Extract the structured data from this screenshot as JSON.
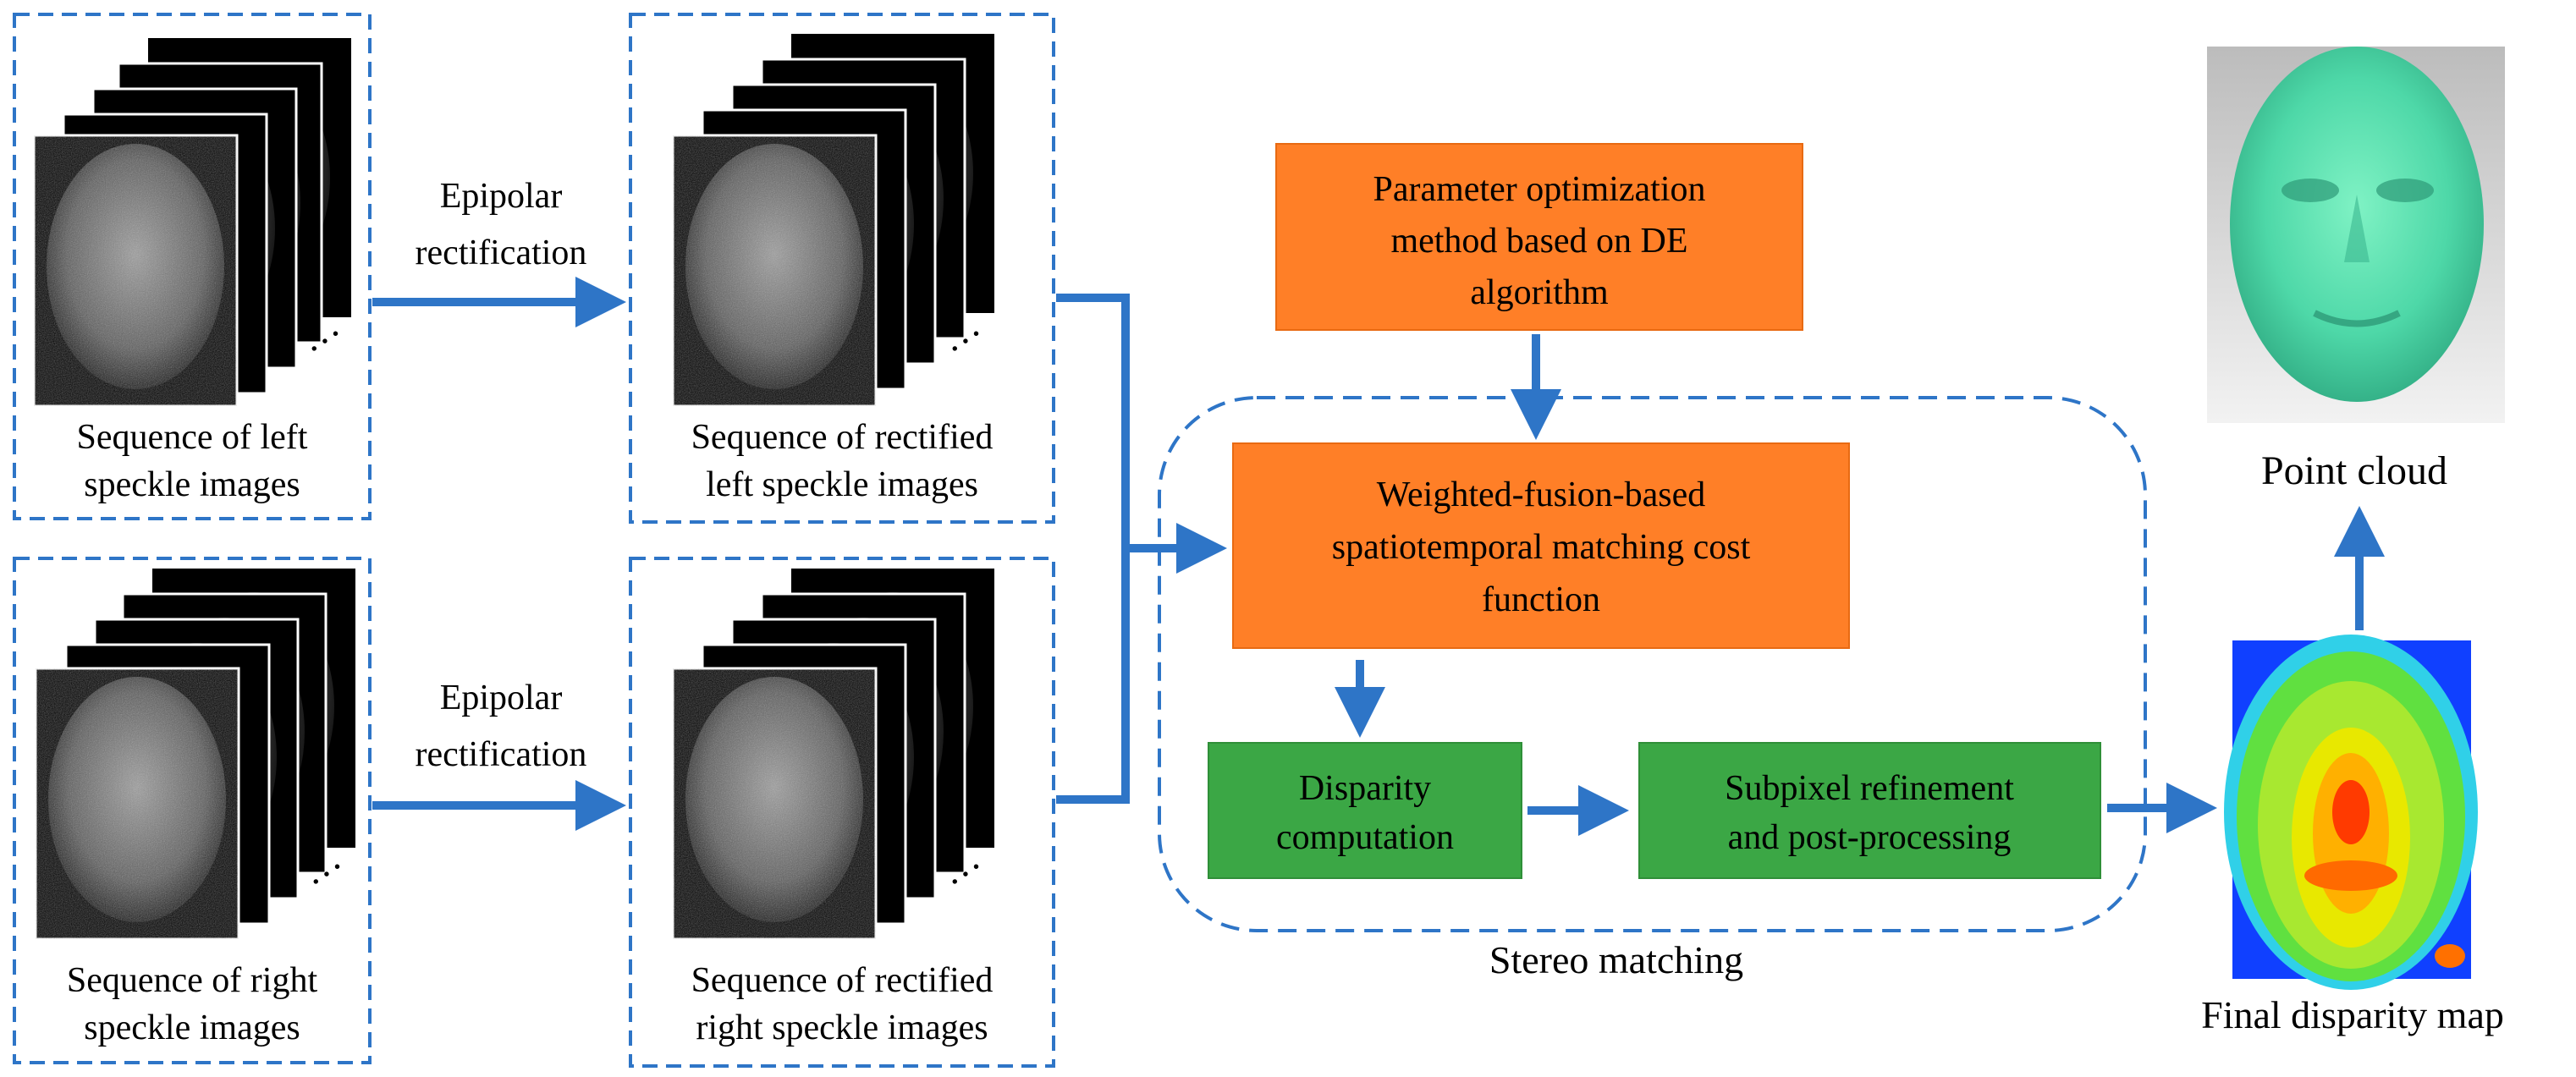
{
  "colors": {
    "dashed_border": "#2E75C7",
    "arrow": "#2E75C7",
    "orange_box": "#FF7F27",
    "green_box": "#3BA745",
    "stack_frame_bg": "#000000",
    "speckle": "#9a9a9a",
    "point_cloud": "#4ED8A8",
    "disparity_low": "#1040FF",
    "disparity_mid": "#40E060",
    "disparity_high": "#E02000"
  },
  "inputs": {
    "left": {
      "caption": [
        "Sequence of left",
        "speckle images"
      ]
    },
    "right": {
      "caption": [
        "Sequence of right",
        "speckle images"
      ]
    }
  },
  "rectified": {
    "left": {
      "caption": [
        "Sequence of rectified",
        "left speckle images"
      ]
    },
    "right": {
      "caption": [
        "Sequence of rectified",
        "right speckle images"
      ]
    }
  },
  "epipolar_label_top": [
    "Epipolar",
    "rectification"
  ],
  "epipolar_label_bottom": [
    "Epipolar",
    "rectification"
  ],
  "stereo_matching": {
    "label": "Stereo matching",
    "param_opt": [
      "Parameter optimization",
      "method based on DE",
      "algorithm"
    ],
    "cost_function": [
      "Weighted-fusion-based",
      "spatiotemporal matching cost",
      "function"
    ],
    "disparity": [
      "Disparity",
      "computation"
    ],
    "subpixel": [
      "Subpixel refinement",
      "and post-processing"
    ]
  },
  "outputs": {
    "point_cloud_label": "Point cloud",
    "disparity_map_label": "Final disparity map"
  },
  "icons": {
    "stack_more": "ellipsis-icon",
    "face_image": "speckle-face-image",
    "point_cloud": "face-point-cloud-icon",
    "disparity": "disparity-map-icon"
  }
}
